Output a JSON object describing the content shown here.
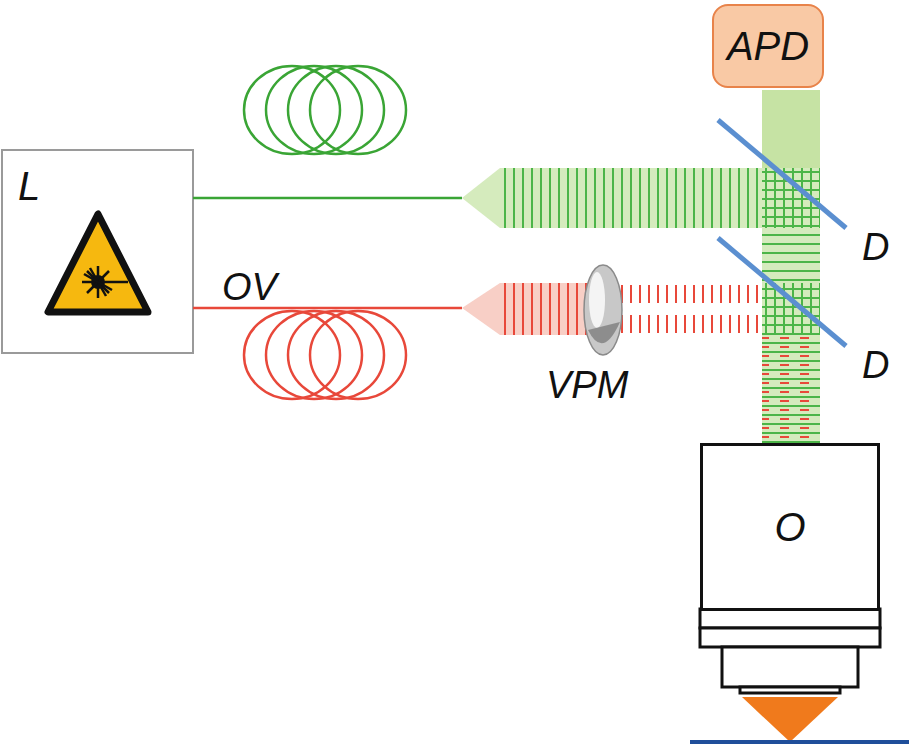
{
  "diagram": {
    "nodes": [
      {
        "text": [
          "L"
        ]
      },
      {
        "text": [
          "APD"
        ]
      },
      {
        "text": [
          "O"
        ]
      }
    ],
    "labels": [
      "OV",
      "VPM",
      "D",
      "D"
    ]
  }
}
